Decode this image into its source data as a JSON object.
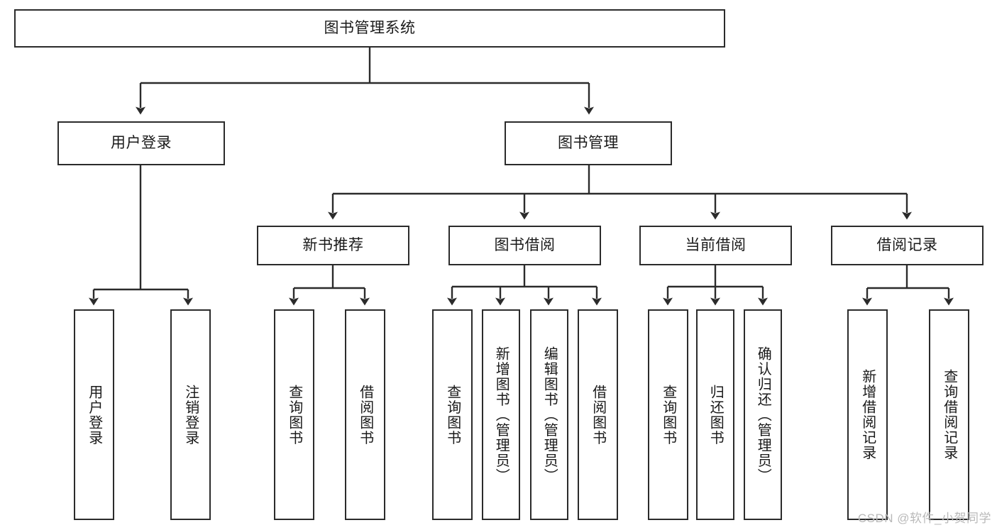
{
  "diagram": {
    "title": "图书管理系统",
    "type": "tree-hierarchy-diagram",
    "watermark": "CSDN @软件_小贺同学",
    "colors": {
      "box_border": "#2b2b2b",
      "box_fill": "#ffffff",
      "edge": "#2b2b2b",
      "text": "#1a1a1a",
      "watermark": "#b9b9b9"
    },
    "root": {
      "label": "图书管理系统"
    },
    "level2": [
      {
        "id": "user-login",
        "label": "用户登录"
      },
      {
        "id": "book-management",
        "label": "图书管理"
      }
    ],
    "level3": [
      {
        "id": "new-book-recommend",
        "label": "新书推荐"
      },
      {
        "id": "book-borrow",
        "label": "图书借阅"
      },
      {
        "id": "current-borrow",
        "label": "当前借阅"
      },
      {
        "id": "borrow-record",
        "label": "借阅记录"
      }
    ],
    "leaves": {
      "user_login": [
        {
          "id": "user-login-leaf",
          "label": "用户登录"
        },
        {
          "id": "logout-leaf",
          "label": "注销登录"
        }
      ],
      "new_book_recommend": [
        {
          "id": "query-book-1",
          "label": "查询图书"
        },
        {
          "id": "borrow-book-1",
          "label": "借阅图书"
        }
      ],
      "book_borrow": [
        {
          "id": "query-book-2",
          "label": "查询图书"
        },
        {
          "id": "add-book-admin",
          "label": "新增图书（管理员）"
        },
        {
          "id": "edit-book-admin",
          "label": "编辑图书（管理员）"
        },
        {
          "id": "borrow-book-2",
          "label": "借阅图书"
        }
      ],
      "current_borrow": [
        {
          "id": "query-book-3",
          "label": "查询图书"
        },
        {
          "id": "return-book",
          "label": "归还图书"
        },
        {
          "id": "confirm-return-admin",
          "label": "确认归还（管理员）"
        }
      ],
      "borrow_record": [
        {
          "id": "add-borrow-record",
          "label": "新增借阅记录"
        },
        {
          "id": "query-borrow-record",
          "label": "查询借阅记录"
        }
      ]
    }
  }
}
